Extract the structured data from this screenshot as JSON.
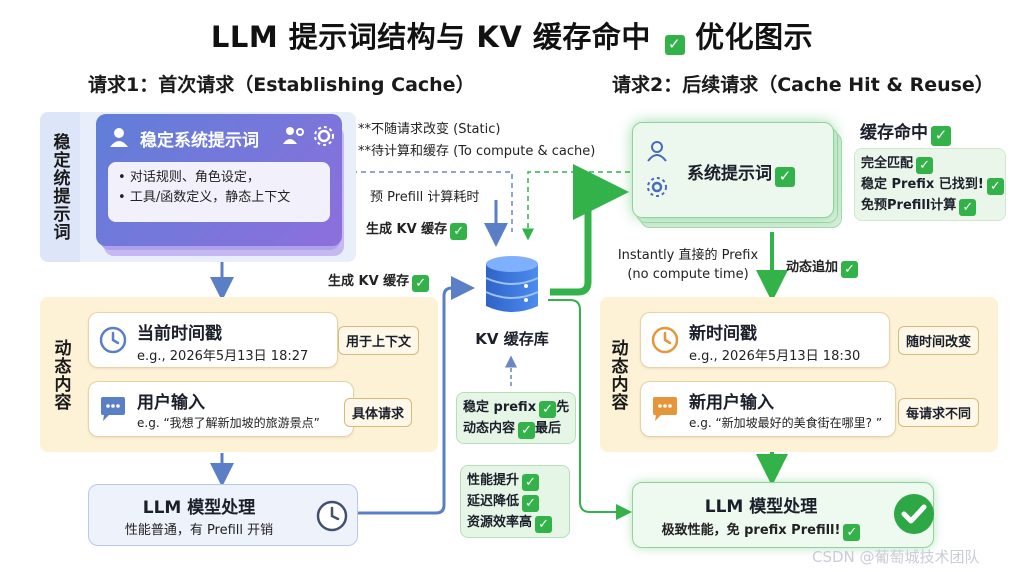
{
  "title": "LLM 提示词结构与 KV 缓存命中",
  "title_suffix": "优化图示",
  "left": {
    "heading": "请求1：首次请求（Establishing Cache）",
    "stable_label": "稳定统提示词",
    "system_card": {
      "title": "稳定系统提示词",
      "bullets": [
        "对话规则、角色设定，",
        "工具/函数定义，静态上下文"
      ]
    },
    "notes": [
      "**不随请求改变 (Static)",
      "**待计算和缓存 (To compute & cache)"
    ],
    "prefill_cost": "预 Prefill 计算耗时",
    "gen_kv_1": "生成 KV 缓存",
    "gen_kv_2": "生成 KV 缓存",
    "dynamic_label": "动态内容",
    "timestamp": {
      "title": "当前时间戳",
      "sub": "e.g., 2026年5月13日 18:27",
      "tag": "用于上下文"
    },
    "user_input": {
      "title": "用户输入",
      "sub": "e.g. “我想了解新加坡的旅游景点”",
      "tag": "具体请求"
    },
    "llm": {
      "title": "LLM 模型处理",
      "sub": "性能普通，有 Prefill 开销"
    }
  },
  "center": {
    "kv_label": "KV 缓存库",
    "order_lines": [
      "稳定 prefix",
      "先",
      "动态内容",
      "最后"
    ],
    "perf_lines": [
      "性能提升",
      "延迟降低",
      "资源效率高"
    ]
  },
  "right": {
    "heading": "请求2：后续请求（Cache Hit & Reuse）",
    "system_card": {
      "title": "系统提示词"
    },
    "cache_hit": {
      "title": "缓存命中",
      "lines": [
        "完全匹配",
        "稳定 Prefix 已找到!",
        "免预Prefill计算"
      ]
    },
    "instant": [
      "Instantly 直接的 Prefix",
      "(no compute time)"
    ],
    "dynamic_append": "动态追加",
    "dynamic_label": "动态内容",
    "timestamp": {
      "title": "新时间戳",
      "sub": "e.g., 2026年5月13日 18:30",
      "tag": "随时间改变"
    },
    "user_input": {
      "title": "新用户输入",
      "sub": "e.g. “新加坡最好的美食街在哪里? ”",
      "tag": "每请求不同"
    },
    "llm": {
      "title": "LLM 模型处理",
      "sub": "极致性能，免 prefix Prefill!"
    }
  },
  "watermark": "CSDN @葡萄城技术团队",
  "colors": {
    "accent_blue": "#5b7fc6",
    "accent_purple": "#8a6fd6",
    "accent_green": "#33b24a",
    "dynamic_bg": "#fdf1d6",
    "stable_bg": "#dde6f8"
  }
}
